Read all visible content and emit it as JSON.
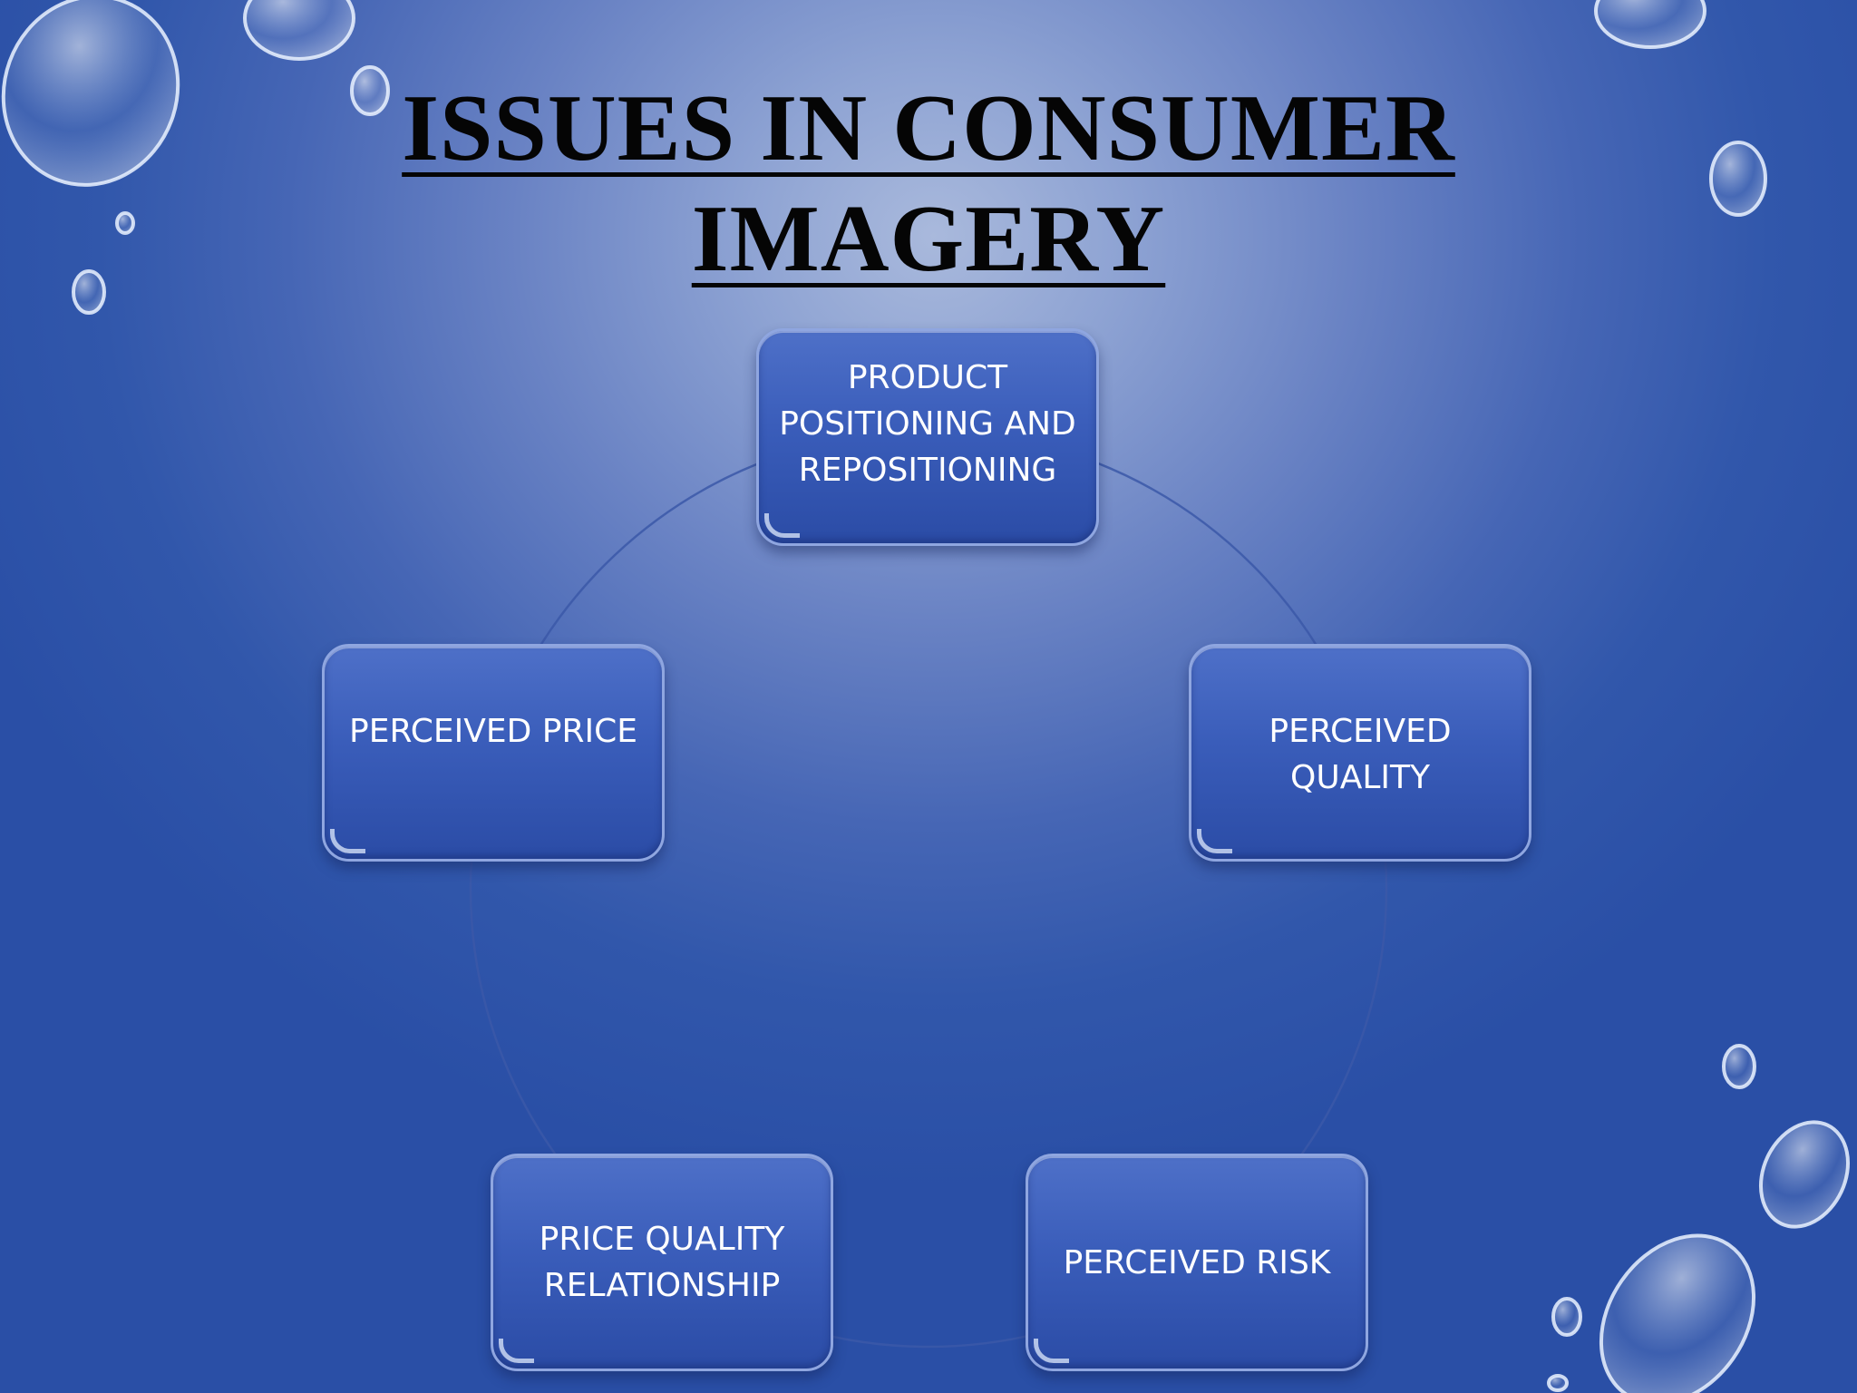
{
  "slide": {
    "title_lines": [
      "ISSUES IN CONSUMER",
      "IMAGERY"
    ]
  },
  "diagram": {
    "type": "cycle",
    "nodes": [
      {
        "label": "PRODUCT\nPOSITIONING AND\nREPOSITIONING"
      },
      {
        "label": "PERCEIVED\nQUALITY"
      },
      {
        "label": "PERCEIVED RISK"
      },
      {
        "label": "PRICE QUALITY\nRELATIONSHIP"
      },
      {
        "label": "PERCEIVED PRICE"
      }
    ]
  },
  "colors": {
    "node_fill": "#3a5dba",
    "node_border": "#8fa6e0",
    "connector": "#3b58a8",
    "title_text": "#050505",
    "node_text": "#ffffff"
  }
}
